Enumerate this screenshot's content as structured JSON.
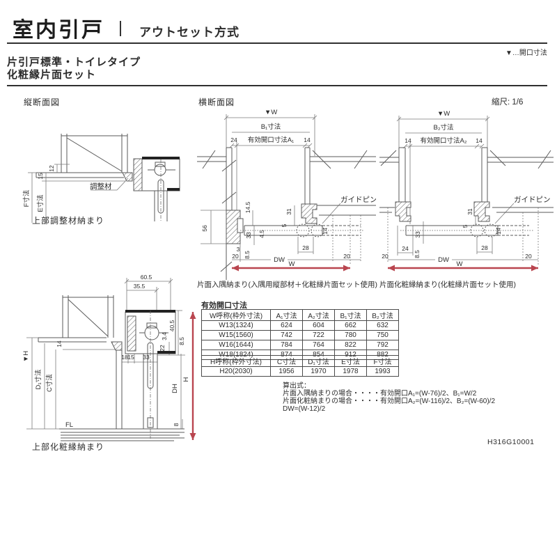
{
  "header": {
    "title": "室内引戸",
    "method": "アウトセット方式",
    "opening_legend": "▼…開口寸法",
    "subtitle1": "片引戸標準・トイレタイプ",
    "subtitle2": "化粧縁片面セット",
    "scale": "縮尺: 1/6",
    "doc_code": "H316G10001"
  },
  "labels": {
    "vertical_section": "縦断面図",
    "horizontal_section": "横断面図"
  },
  "dwgA": {
    "caption": "上部調整材納まり",
    "note_adjust": "調整材",
    "d12": "12",
    "d15": "15",
    "dF": "F寸法",
    "dE": "E寸法"
  },
  "dwgB": {
    "caption": "上部化粧縁納まり",
    "d605": "60.5",
    "d355": "35.5",
    "d405": "40.5",
    "d34": "3.4",
    "d22": "22",
    "d85": "8.5",
    "d14": "14",
    "d18": "18",
    "d15": "15",
    "d33": "33",
    "hmark": "▼H",
    "dD1": "D₁寸法",
    "dC": "C寸法",
    "dDH": "DH",
    "dH": "H",
    "dFL": "FL",
    "d8": "8"
  },
  "dwgC": {
    "caption": "片面入隅納まり(入隅用縦部材＋化粧縁片面セット使用)",
    "wmark": "▼W",
    "dB1": "B₁寸法",
    "d24": "24",
    "opening": "有効開口寸法A₁",
    "d14top": "14",
    "d145": "14.5",
    "d31": "31",
    "d56": "56",
    "d33": "33",
    "d45": "4.5",
    "d5": "5",
    "d14": "14",
    "d3": "3",
    "d20l": "20",
    "d85": "8.5",
    "d28": "28",
    "dDW": "DW",
    "d20r": "20",
    "dW": "W",
    "guide_pin": "ガイドピン"
  },
  "dwgD": {
    "caption": "片面化粧縁納まり(化粧縁片面セット使用)",
    "wmark": "▼W",
    "dB2": "B₂寸法",
    "d14l": "14",
    "opening": "有効開口寸法A₂",
    "d14r": "14",
    "d31": "31",
    "d33": "33",
    "d5": "5",
    "d14": "14",
    "d24": "24",
    "d20l": "20",
    "d85": "8.5",
    "d28": "28",
    "dDW": "DW",
    "d20r": "20",
    "dW": "W",
    "guide_pin": "ガイドピン"
  },
  "tables": {
    "title": "有効開口寸法",
    "w": {
      "h": [
        "W呼称(枠外寸法)",
        "A₁寸法",
        "A₂寸法",
        "B₁寸法",
        "B₂寸法"
      ],
      "r": [
        [
          "W13(1324)",
          "624",
          "604",
          "662",
          "632"
        ],
        [
          "W15(1560)",
          "742",
          "722",
          "780",
          "750"
        ],
        [
          "W16(1644)",
          "784",
          "764",
          "822",
          "792"
        ],
        [
          "W18(1824)",
          "874",
          "854",
          "912",
          "882"
        ]
      ]
    },
    "hh": {
      "h": [
        "H呼称(枠外寸法)",
        "C寸法",
        "D₁寸法",
        "E寸法",
        "F寸法"
      ],
      "r": [
        [
          "H20(2030)",
          "1956",
          "1970",
          "1978",
          "1993"
        ]
      ]
    }
  },
  "formulas": {
    "t": "算出式：",
    "l1": "片面入隅納まりの場合・・・・有効開口A₁=(W-76)/2、B₁=W/2",
    "l2": "片面化粧納まりの場合・・・・有効開口A₂=(W-116)/2、B₂=(W-60)/2",
    "l3": "DW=(W-12)/2"
  },
  "colors": {
    "accent_red": "#b9454f",
    "line": "#555555"
  }
}
